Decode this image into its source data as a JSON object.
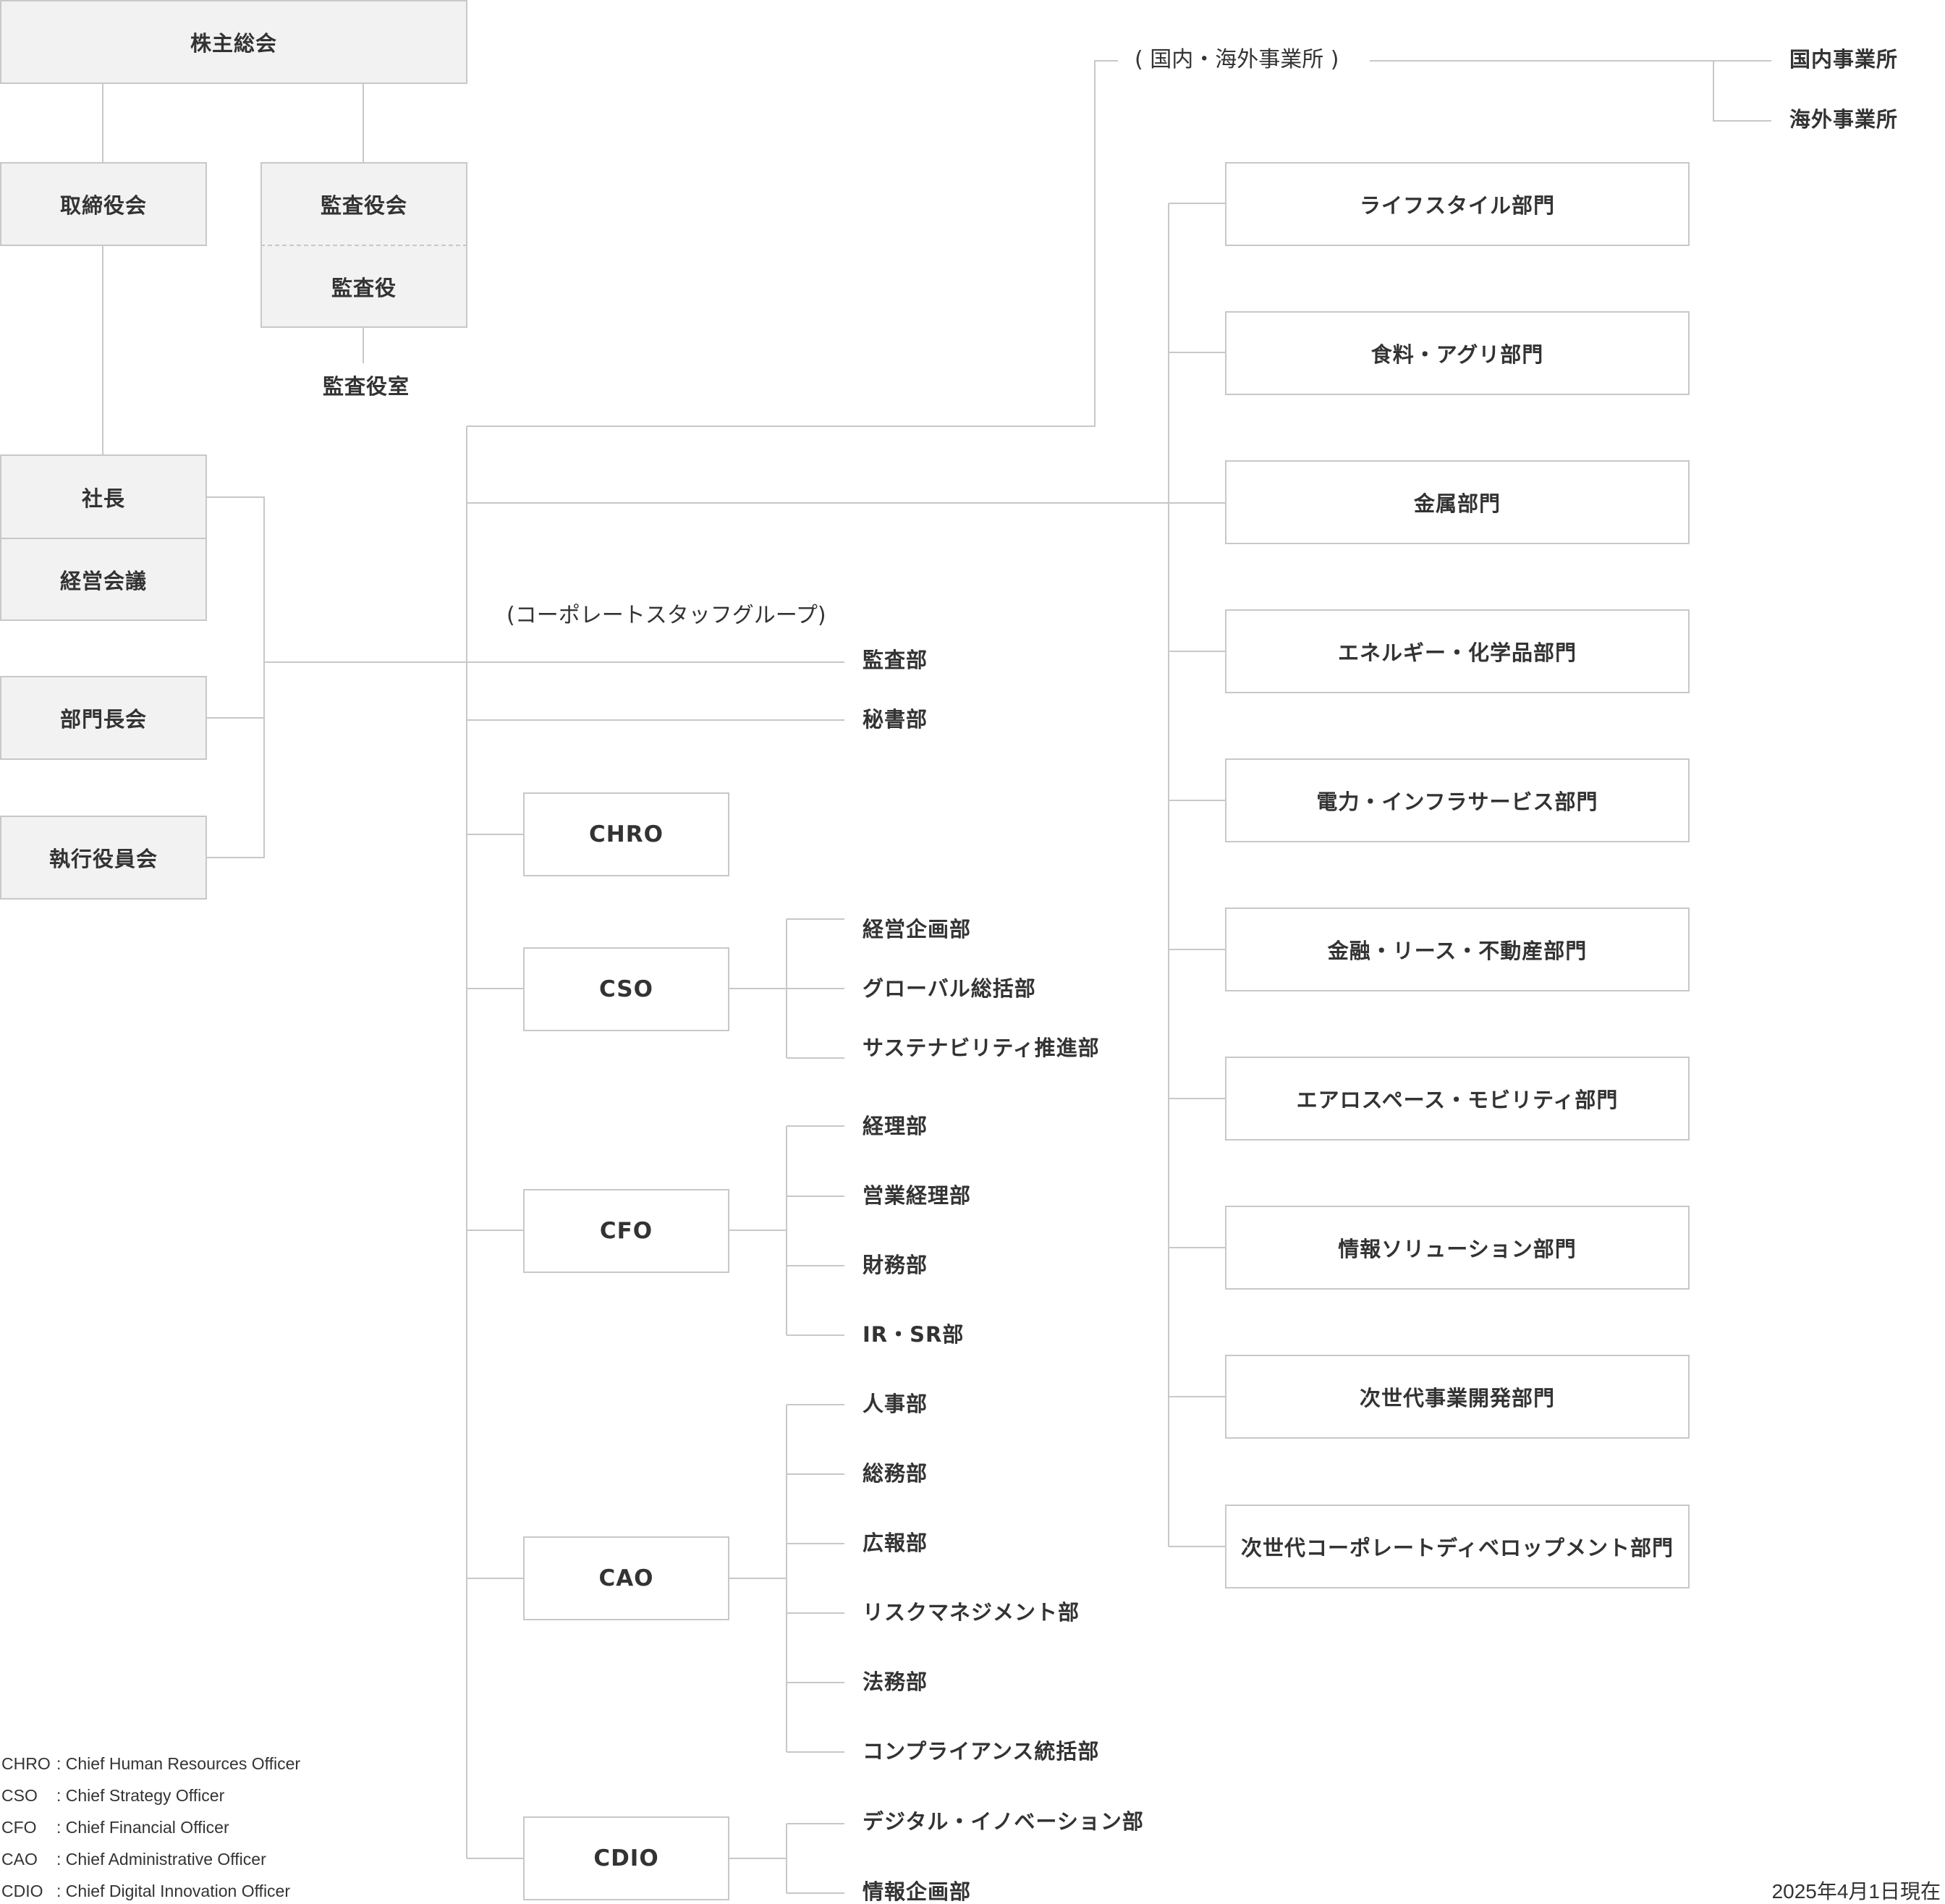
{
  "governance": {
    "shareholders": "株主総会",
    "board": "取締役会",
    "audit_board": "監査役会",
    "auditor": "監査役",
    "audit_office": "監査役室",
    "president": "社長",
    "management_meeting": "経営会議",
    "division_heads": "部門長会",
    "executive_committee": "執行役員会"
  },
  "offices": {
    "label": "( 国内・海外事業所 )",
    "domestic": "国内事業所",
    "overseas": "海外事業所"
  },
  "corporate_staff": {
    "group_label": "(コーポレートスタッフグループ)",
    "audit_dept": "監査部",
    "secretariat": "秘書部",
    "chro": "CHRO",
    "cso": {
      "label": "CSO",
      "depts": [
        "経営企画部",
        "グローバル総括部",
        "サステナビリティ推進部"
      ]
    },
    "cfo": {
      "label": "CFO",
      "depts": [
        "経理部",
        "営業経理部",
        "財務部",
        "IR・SR部"
      ]
    },
    "cao": {
      "label": "CAO",
      "depts": [
        "人事部",
        "総務部",
        "広報部",
        "リスクマネジメント部",
        "法務部",
        "コンプライアンス統括部"
      ]
    },
    "cdio": {
      "label": "CDIO",
      "depts": [
        "デジタル・イノベーション部",
        "情報企画部"
      ]
    }
  },
  "divisions": [
    "ライフスタイル部門",
    "食料・アグリ部門",
    "金属部門",
    "エネルギー・化学品部門",
    "電力・インフラサービス部門",
    "金融・リース・不動産部門",
    "エアロスペース・モビリティ部門",
    "情報ソリューション部門",
    "次世代事業開発部門",
    "次世代コーポレートディベロップメント部門"
  ],
  "legend": [
    {
      "abbr": "CHRO",
      "text": ": Chief Human Resources Officer"
    },
    {
      "abbr": "CSO",
      "text": ": Chief Strategy Officer"
    },
    {
      "abbr": "CFO",
      "text": ": Chief Financial Officer"
    },
    {
      "abbr": "CAO",
      "text": ": Chief Administrative Officer"
    },
    {
      "abbr": "CDIO",
      "text": ": Chief Digital Innovation Officer"
    }
  ],
  "as_of": "2025年4月1日現在",
  "colors": {
    "line": "#c8c8c8",
    "box_fill": "#f2f2f2",
    "text": "#333333"
  }
}
